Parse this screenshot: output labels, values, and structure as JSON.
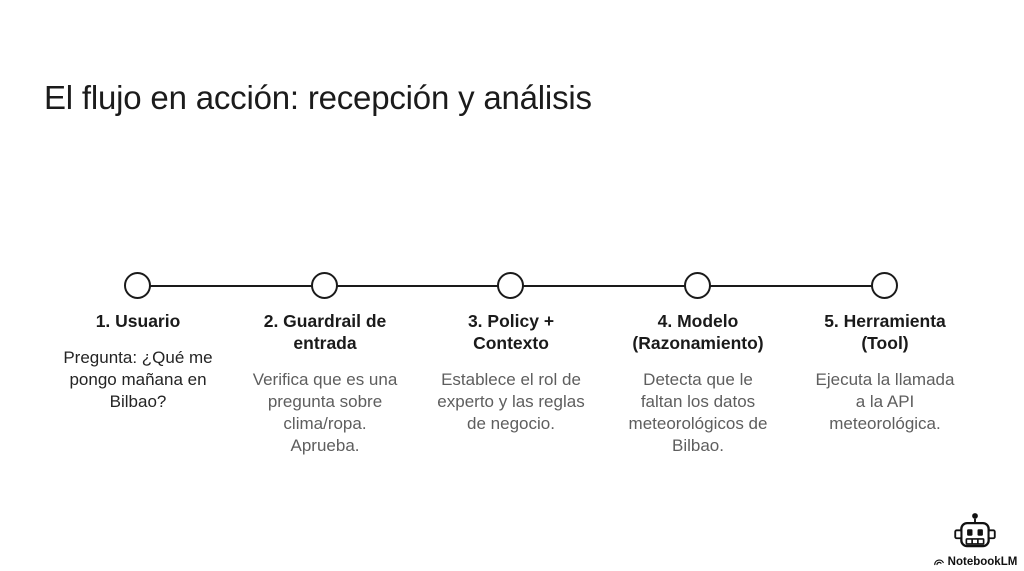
{
  "slide": {
    "title": "El flujo en acción: recepción y análisis"
  },
  "timeline": {
    "node_count": 5,
    "steps": [
      {
        "heading": "1. Usuario",
        "body": "Pregunta: ¿Qué me\npongo mañana en\nBilbao?"
      },
      {
        "heading": "2. Guardrail de\nentrada",
        "body": "Verifica que es una\npregunta sobre\nclima/ropa.\nAprueba."
      },
      {
        "heading": "3. Policy +\nContexto",
        "body": "Establece el rol de\nexperto y las reglas\nde negocio."
      },
      {
        "heading": "4. Modelo\n(Razonamiento)",
        "body": "Detecta que le\nfaltan los datos\nmeteorológicos de\nBilbao."
      },
      {
        "heading": "5. Herramienta\n(Tool)",
        "body": "Ejecuta la llamada\na la API\nmeteorológica."
      }
    ]
  },
  "branding": {
    "wordmark": "NotebookLM",
    "icons": [
      "robot-icon",
      "notebooklm-logo-icon"
    ]
  },
  "colors": {
    "background": "#ffffff",
    "title": "#1b1b1b",
    "heading": "#1a1a1a",
    "body_muted": "#5e5e5e",
    "body_emphasis": "#242424",
    "line": "#1a1a1a"
  }
}
